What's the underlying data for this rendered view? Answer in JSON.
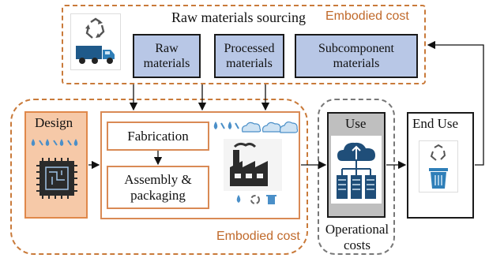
{
  "sourcing": {
    "title": "Raw materials sourcing",
    "embodied_label": "Embodied cost",
    "boxes": [
      "Raw\nmaterials",
      "Processed\nmaterials",
      "Subcomponent\nmaterials"
    ]
  },
  "production": {
    "design_label": "Design",
    "fabrication_label": "Fabrication",
    "assembly_label": "Assembly &\npackaging",
    "embodied_label": "Embodied cost"
  },
  "use": {
    "label": "Use",
    "operational_label": "Operational\ncosts"
  },
  "end_use": {
    "label": "End Use"
  },
  "colors": {
    "accent_orange": "#c97a3a",
    "design_fill": "#f6c9a8",
    "material_fill": "#b8c7e6",
    "use_fill": "#bfbfbf"
  },
  "icons": [
    "recycle-icon",
    "truck-icon",
    "chip-icon",
    "factory-icon",
    "cloud-server-icon",
    "recycle-bin-icon",
    "water-drop-icon",
    "co2-cloud-icon",
    "pfc-cloud-icon"
  ]
}
